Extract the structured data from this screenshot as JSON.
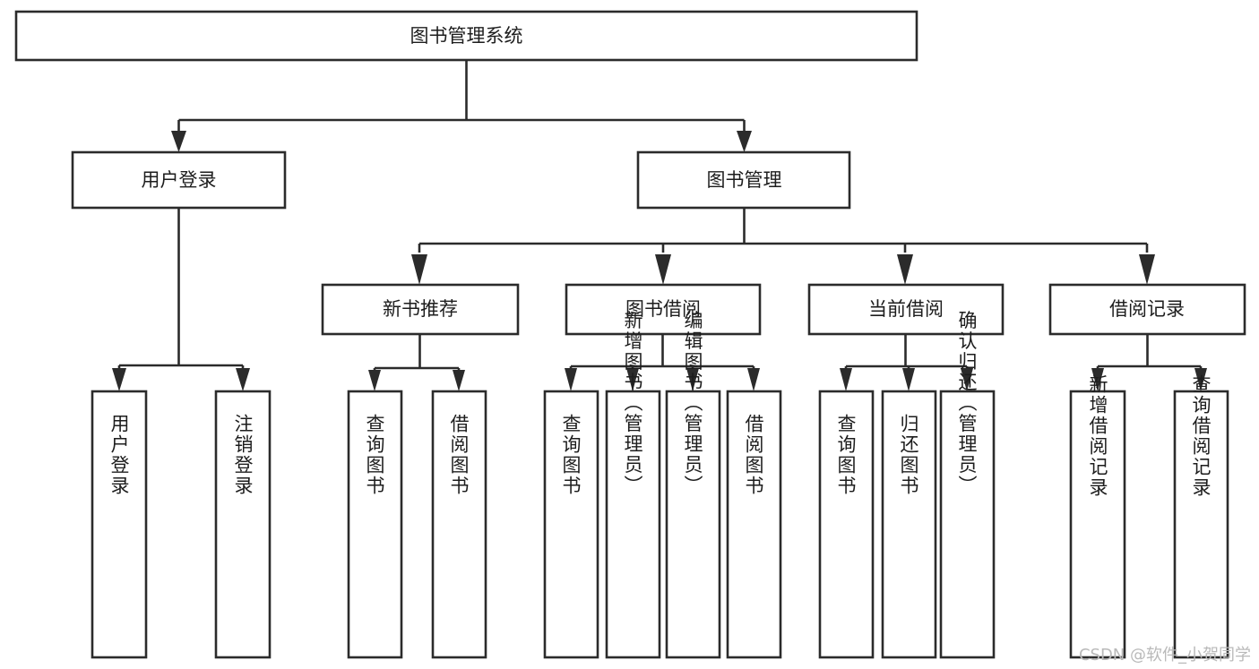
{
  "diagram": {
    "type": "tree",
    "title": "图书管理系统",
    "root": {
      "id": "root",
      "label": "图书管理系统"
    },
    "level2": [
      {
        "id": "user-login",
        "label": "用户登录"
      },
      {
        "id": "book-manage",
        "label": "图书管理"
      }
    ],
    "level3": [
      {
        "id": "new-book-recommend",
        "label": "新书推荐",
        "parent": "book-manage"
      },
      {
        "id": "book-borrow",
        "label": "图书借阅",
        "parent": "book-manage"
      },
      {
        "id": "current-borrow",
        "label": "当前借阅",
        "parent": "book-manage"
      },
      {
        "id": "borrow-record",
        "label": "借阅记录",
        "parent": "book-manage"
      }
    ],
    "leaves": [
      {
        "id": "leaf-user-login",
        "label": "用户登录",
        "parent": "user-login"
      },
      {
        "id": "leaf-logout-login",
        "label": "注销登录",
        "parent": "user-login"
      },
      {
        "id": "leaf-query-book-1",
        "label": "查询图书",
        "parent": "new-book-recommend"
      },
      {
        "id": "leaf-borrow-book-1",
        "label": "借阅图书",
        "parent": "new-book-recommend"
      },
      {
        "id": "leaf-query-book-2",
        "label": "查询图书",
        "parent": "book-borrow"
      },
      {
        "id": "leaf-add-book",
        "label": "新增图书（管理员）",
        "parent": "book-borrow"
      },
      {
        "id": "leaf-edit-book",
        "label": "编辑图书（管理员）",
        "parent": "book-borrow"
      },
      {
        "id": "leaf-borrow-book-2",
        "label": "借阅图书",
        "parent": "book-borrow"
      },
      {
        "id": "leaf-query-book-3",
        "label": "查询图书",
        "parent": "current-borrow"
      },
      {
        "id": "leaf-return-book",
        "label": "归还图书",
        "parent": "current-borrow"
      },
      {
        "id": "leaf-confirm-return",
        "label": "确认归还（管理员）",
        "parent": "current-borrow"
      },
      {
        "id": "leaf-add-record",
        "label": "新增借阅记录",
        "parent": "borrow-record"
      },
      {
        "id": "leaf-query-record",
        "label": "查询借阅记录",
        "parent": "borrow-record"
      }
    ]
  },
  "watermark": {
    "label": "CSDN @软件_小贺同学"
  },
  "colors": {
    "stroke": "#2b2b2b",
    "fill": "#ffffff",
    "text": "#1d1d1d",
    "watermark": "#b9b9b9"
  }
}
